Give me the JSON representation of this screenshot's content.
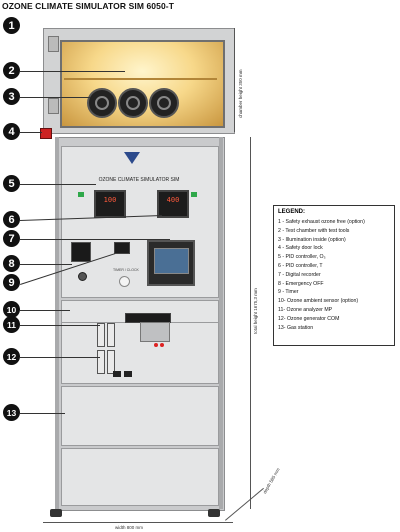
{
  "title": "OZONE CLIMATE SIMULATOR SIM 6050-T",
  "device_label": "OZONE CLIMATE SIMULATOR SIM",
  "dimensions": {
    "chamber_height": "chamber height 350 mm",
    "total_height": "total height 1675,3 mm",
    "depth": "depth 585 mm",
    "width": "width 800 mm"
  },
  "controllers": {
    "pid_o3": "100",
    "pid_t": "400"
  },
  "labels": {
    "timer": "TIMER / CLOCK"
  },
  "callouts": [
    "1",
    "2",
    "3",
    "4",
    "5",
    "6",
    "7",
    "8",
    "9",
    "10",
    "11",
    "12",
    "13"
  ],
  "legend": {
    "title": "LEGEND:",
    "items": [
      "1 - Safety exhaust  ozone free (option)",
      "2 - Test chamber with test tools",
      "3 - Illumination inside (option)",
      "4 - Safety door lock",
      "5 - PID controller, O₃",
      "6 - PID controller, T",
      "7 - Digital  recorder",
      "8 - Emergency OFF",
      "9 - Timer",
      "10- Ozone ambient sensor (option)",
      "11- Ozone analyzer MP",
      "12- Ozone generator COM",
      "13- Gas station"
    ]
  }
}
